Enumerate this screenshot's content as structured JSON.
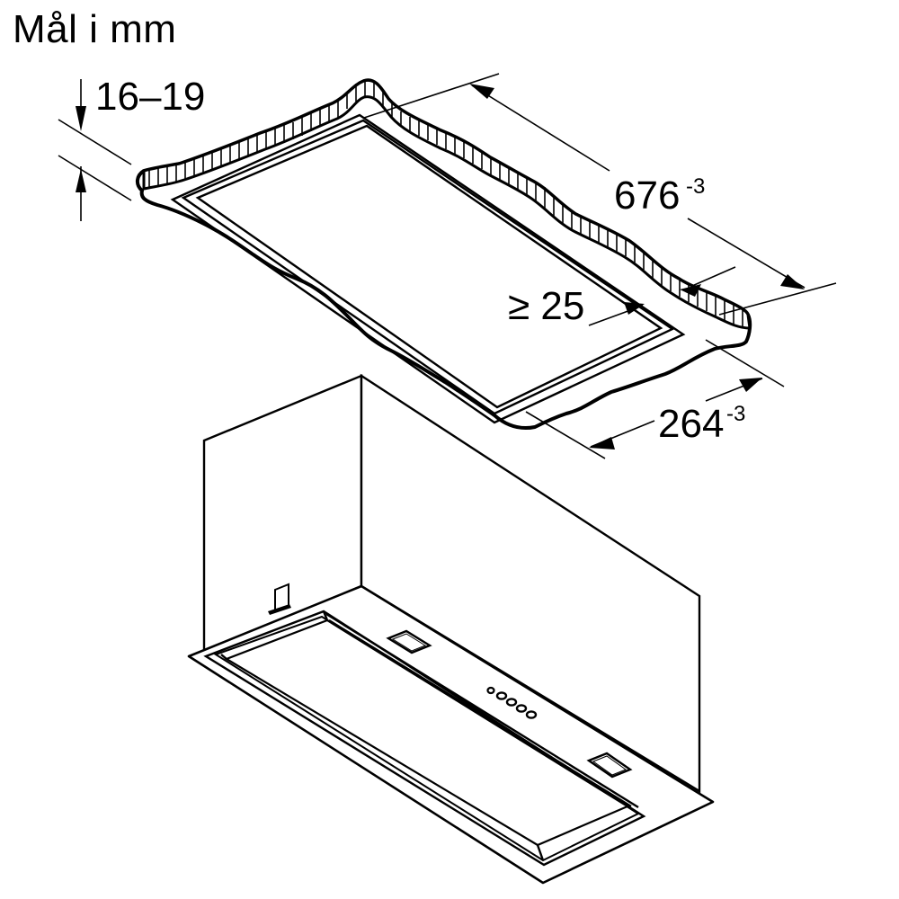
{
  "title": "Mål i mm",
  "dimensions": {
    "panel_thickness": {
      "label": "16–19",
      "meaning": "cabinet base thickness"
    },
    "cutout_length": {
      "value": "676",
      "tolerance": "-3"
    },
    "edge_distance": {
      "label": "≥ 25"
    },
    "cutout_width": {
      "value": "264",
      "tolerance": "-3"
    }
  },
  "components": {
    "cabinet_panel": "cabinet base panel with cutout",
    "hood": "built-in cooker hood unit",
    "control_buttons_count": 5,
    "light_count": 2
  },
  "colors": {
    "line": "#000000",
    "background": "#ffffff"
  }
}
